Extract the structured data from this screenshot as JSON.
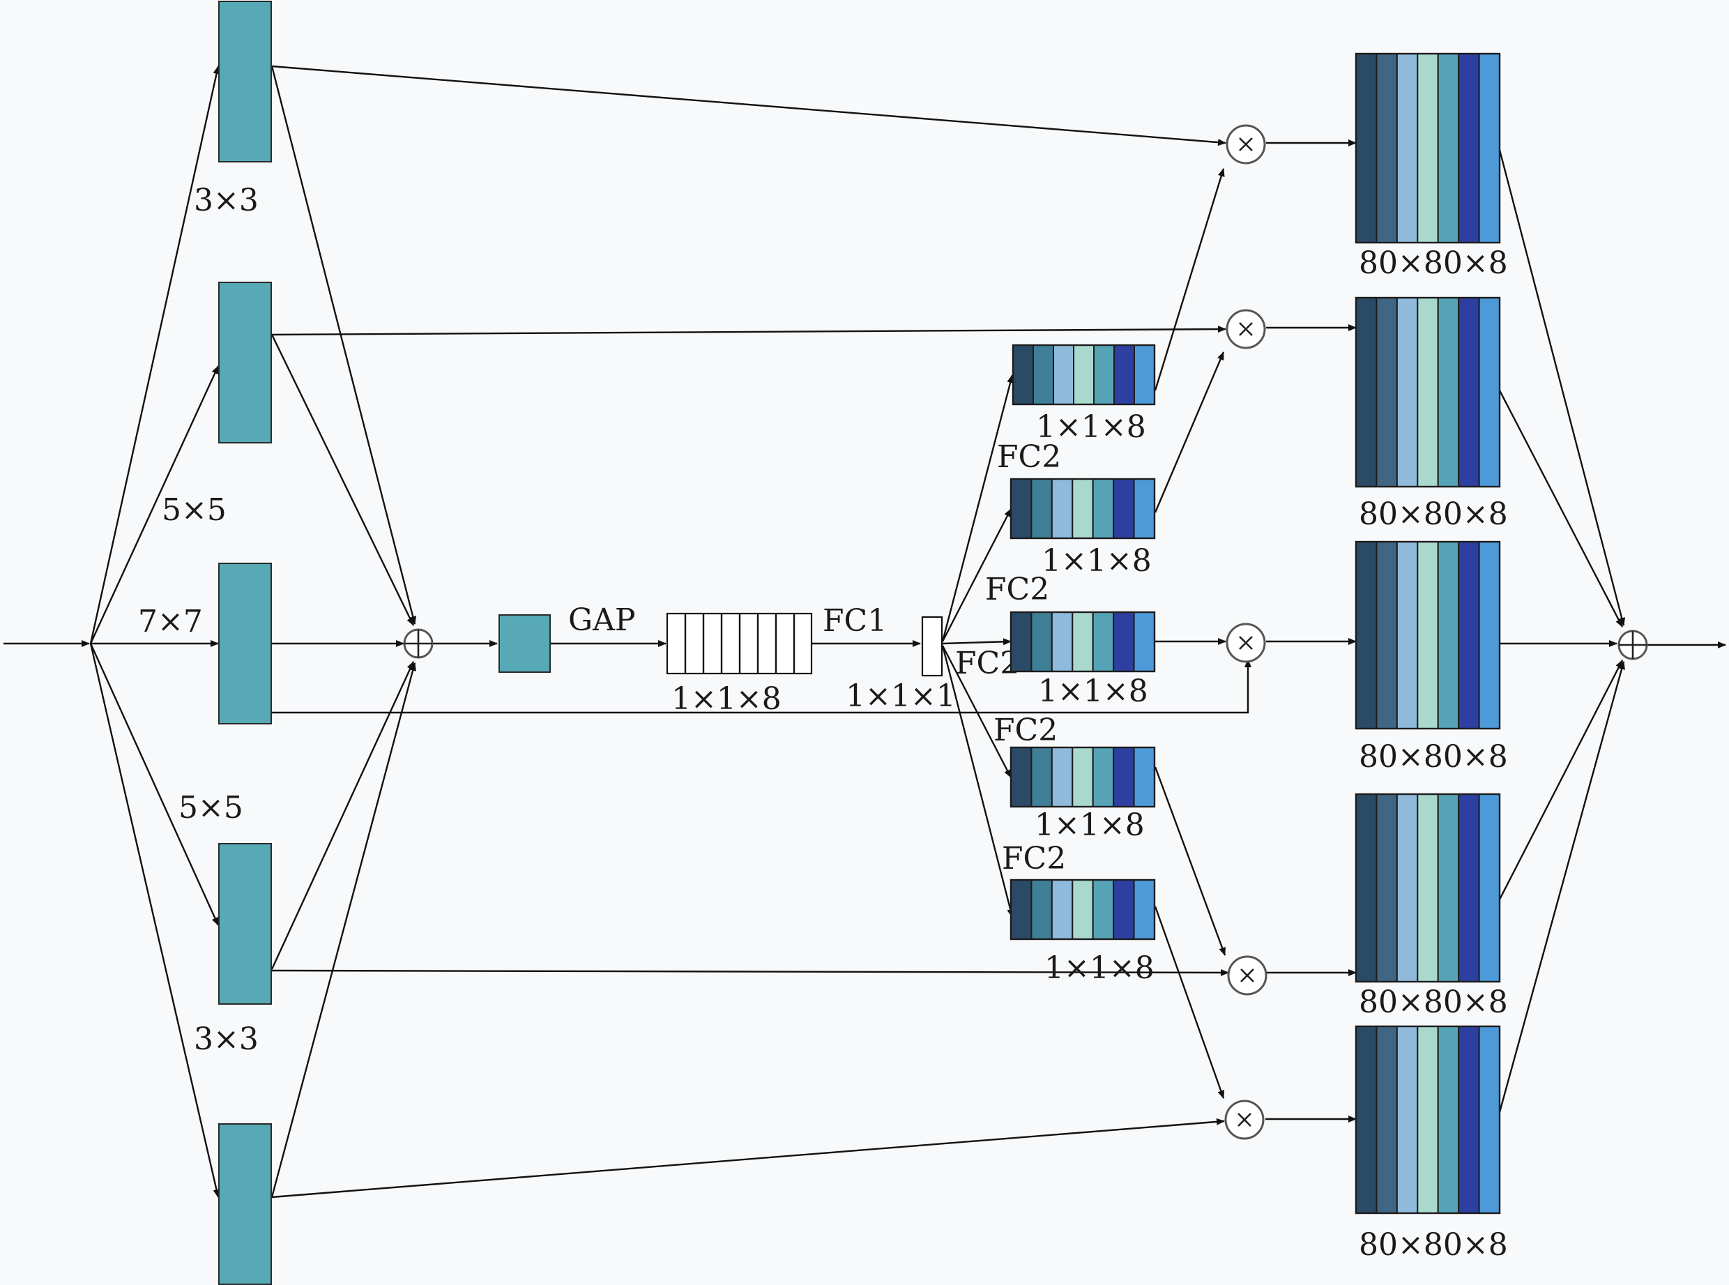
{
  "kernels": [
    "3×3",
    "5×5",
    "7×7",
    "5×5",
    "3×3"
  ],
  "gap_label": "GAP",
  "fc1_label": "FC1",
  "fc2_label": "FC2",
  "gap_vector_dim": "1×1×8",
  "fc1_vector_dim": "1×1×1",
  "attention_dim": "1×1×8",
  "output_dim": "80×80×8",
  "colors": {
    "background": "#f8f9fa",
    "branch": "#56a9b5",
    "palette_small": [
      "#2b4a66",
      "#3f7f97",
      "#8fbadb",
      "#a9d8cd",
      "#56a3b6",
      "#2d3fa0",
      "#4d9ad8"
    ],
    "palette_large": [
      "#2b4a66",
      "#3f6684",
      "#8fbadb",
      "#a9d8cd",
      "#56a3b6",
      "#2d3fa0",
      "#4d9ad8"
    ]
  },
  "icons": [
    "add-circle-icon",
    "multiply-circle-icon",
    "arrow-icon"
  ]
}
